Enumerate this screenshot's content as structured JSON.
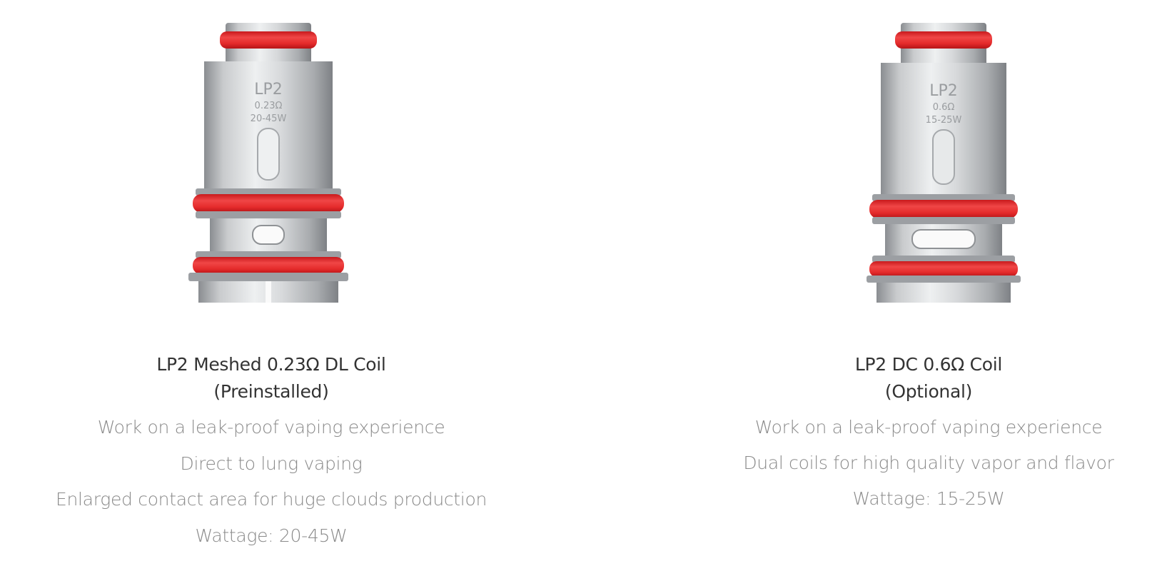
{
  "products": [
    {
      "name": "LP2 Meshed 0.23Ω DL Coil",
      "status": "(Preinstalled)",
      "engraving": {
        "model": "LP2",
        "resistance": "0.23Ω",
        "wattage": "20-45W"
      },
      "features": [
        "Work on a leak-proof vaping experience",
        "Direct to lung vaping",
        "Enlarged contact area for huge clouds production",
        "Wattage: 20-45W"
      ]
    },
    {
      "name": "LP2 DC 0.6Ω Coil",
      "status": "(Optional)",
      "engraving": {
        "model": "LP2",
        "resistance": "0.6Ω",
        "wattage": "15-25W"
      },
      "features": [
        "Work on a leak-proof vaping experience",
        "Dual coils for high quality vapor and flavor",
        "Wattage: 15-25W"
      ]
    }
  ],
  "colors": {
    "oring": "#e52b2b",
    "steel": "#b9bcbf",
    "title": "#333333",
    "feature": "#8a8a8a"
  }
}
